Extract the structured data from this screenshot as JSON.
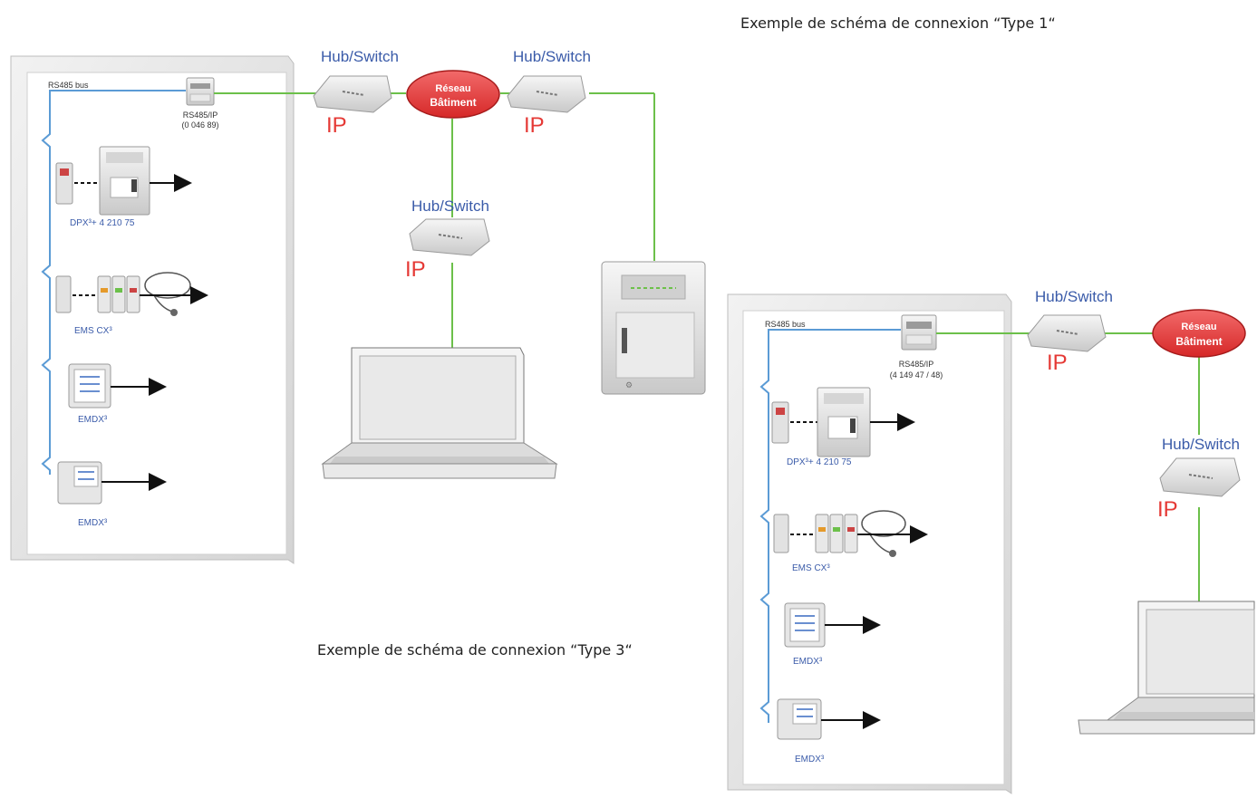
{
  "captions": {
    "type1": "Exemple de schéma de connexion “Type 1“",
    "type3": "Exemple de schéma de connexion “Type 3“"
  },
  "common": {
    "hub_label": "Hub/Switch",
    "ip_label": "IP",
    "bus_label": "RS485 bus",
    "network_label_line1": "Réseau",
    "network_label_line2": "Bâtiment"
  },
  "left_panel": {
    "gateway_name": "RS485/IP",
    "gateway_ref": "(0 046 89)",
    "devices": {
      "dpx": "DPX³+ 4 210 75",
      "ems": "EMS CX³",
      "emdx1": "EMDX³",
      "emdx2": "EMDX³"
    }
  },
  "right_panel": {
    "gateway_name": "RS485/IP",
    "gateway_ref": "(4 149 47 / 48)",
    "devices": {
      "dpx": "DPX³+ 4 210 75",
      "ems": "EMS CX³",
      "emdx1": "EMDX³",
      "emdx2": "EMDX³"
    }
  },
  "colors": {
    "network_line": "#6cc04a",
    "bus_line": "#5b9bd5",
    "hub_text": "#3a5ba9",
    "ip_text": "#e53935",
    "badge_fill": "#e53935"
  }
}
